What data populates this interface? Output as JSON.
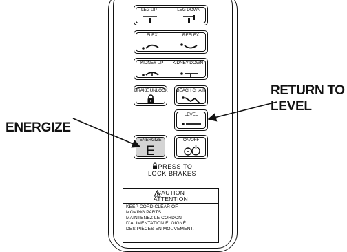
{
  "buttons": {
    "leg": {
      "left_label": "LEG UP",
      "right_label": "LEG DOWN"
    },
    "flex": {
      "left_label": "FLEX",
      "right_label": "REFLEX"
    },
    "kidney": {
      "left_label": "KIDNEY UP",
      "right_label": "KIDNEY DOWN"
    },
    "brake_unlock": {
      "label": "BRAKE UNLOCK"
    },
    "beach_chair": {
      "label": "BEACH CHAIR"
    },
    "level": {
      "label": "LEVEL"
    },
    "energize": {
      "label": "ENERGIZE",
      "letter": "E"
    },
    "on_off": {
      "label": "ON/OFF"
    }
  },
  "lock_instructions": {
    "line1": "PRESS TO",
    "line2": "LOCK BRAKES"
  },
  "caution": {
    "title1": "CAUTION",
    "title2": "ATTENTION",
    "lines": [
      "KEEP CORD CLEAR OF",
      "MOVING PARTS.",
      "MAINTENEZ LE CORDON",
      "D'ALIMENTATION ÉLOIGNÉ",
      "DES PIÈCES EN MOUVEMENT."
    ]
  },
  "callouts": {
    "energize": "ENERGIZE",
    "return_to_level_line1": "RETURN TO",
    "return_to_level_line2": "LEVEL"
  }
}
